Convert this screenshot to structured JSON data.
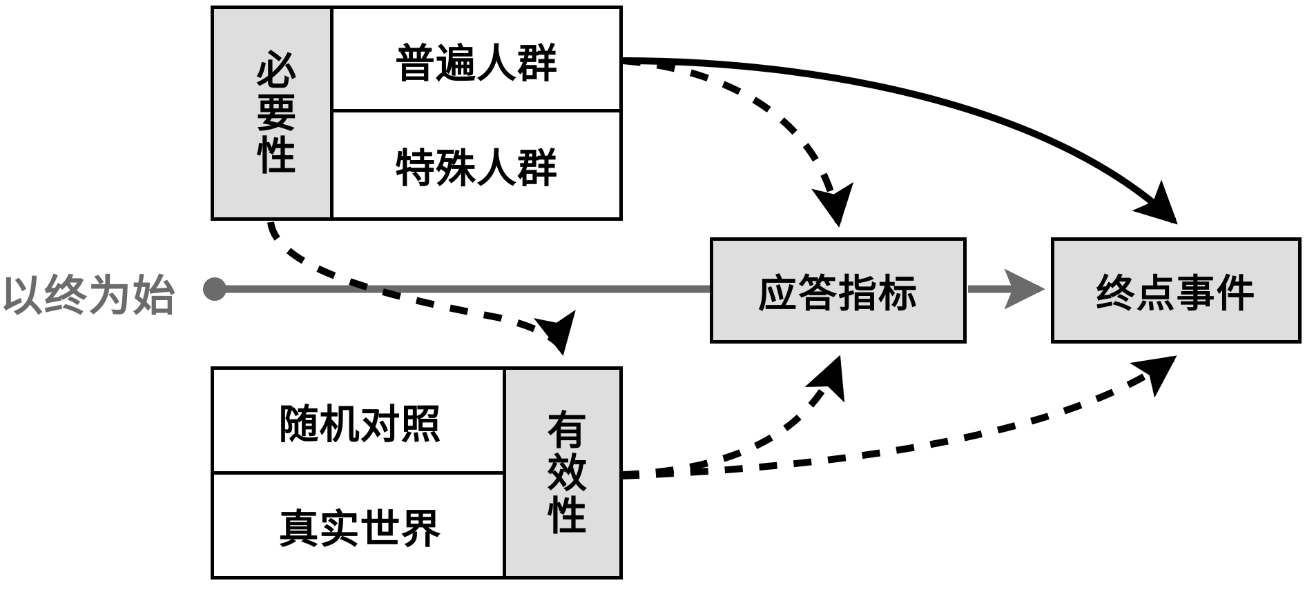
{
  "diagram": {
    "title_text": "以终为始",
    "gray_accent": "#6b6b6b",
    "fill_gray": "#dedede",
    "stroke_black": "#000000",
    "necessity_table": {
      "header_label": "必要性",
      "rows": [
        {
          "label": "普遍人群"
        },
        {
          "label": "特殊人群"
        }
      ]
    },
    "validity_table": {
      "header_label": "有效性",
      "rows": [
        {
          "label": "随机对照"
        },
        {
          "label": "真实世界"
        }
      ]
    },
    "nodes": [
      {
        "id": "response",
        "label": "应答指标"
      },
      {
        "id": "endpoint",
        "label": "终点事件"
      }
    ],
    "edges": [
      {
        "from": "必要性",
        "to": "有效性",
        "style": "dashed"
      },
      {
        "from": "普遍人群",
        "to": "应答指标",
        "style": "dashed"
      },
      {
        "from": "普遍人群",
        "to": "终点事件",
        "style": "solid"
      },
      {
        "from": "有效性",
        "to": "应答指标",
        "style": "dashed"
      },
      {
        "from": "有效性",
        "to": "终点事件",
        "style": "dashed"
      },
      {
        "from": "以终为始",
        "to": "应答指标",
        "style": "solid-gray"
      },
      {
        "from": "应答指标",
        "to": "终点事件",
        "style": "solid-gray"
      }
    ]
  }
}
